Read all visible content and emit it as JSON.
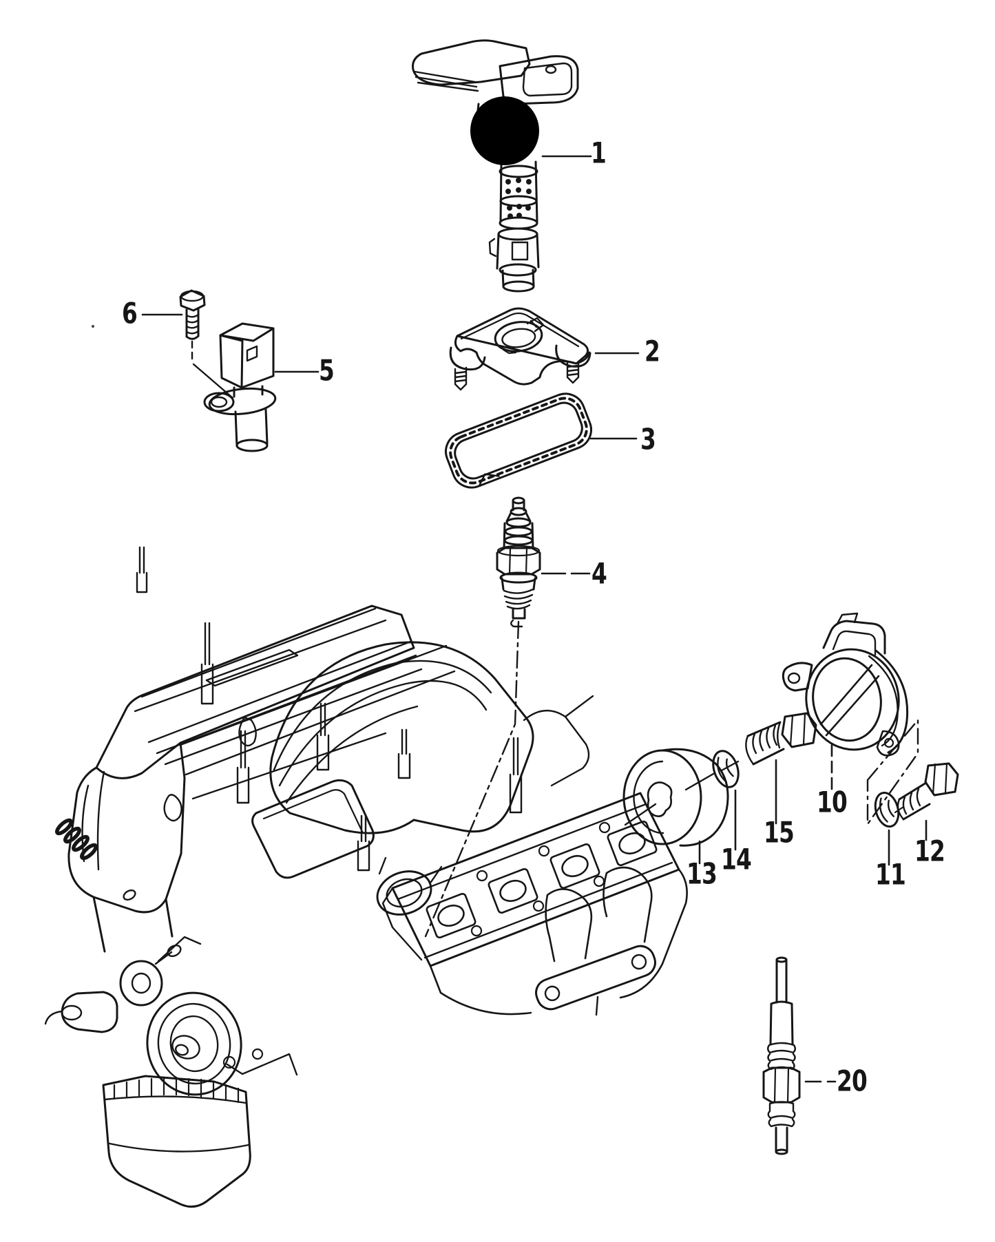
{
  "page": {
    "background": "#ffffff",
    "ink": "#161616",
    "highlight_marker_color": "#000000"
  },
  "diagram": {
    "type": "exploded-parts-diagram",
    "callouts": [
      {
        "num": "1"
      },
      {
        "num": "2"
      },
      {
        "num": "3"
      },
      {
        "num": "4"
      },
      {
        "num": "5"
      },
      {
        "num": "6"
      },
      {
        "num": "10"
      },
      {
        "num": "11"
      },
      {
        "num": "12"
      },
      {
        "num": "13"
      },
      {
        "num": "14"
      },
      {
        "num": "15"
      },
      {
        "num": "20"
      }
    ]
  }
}
